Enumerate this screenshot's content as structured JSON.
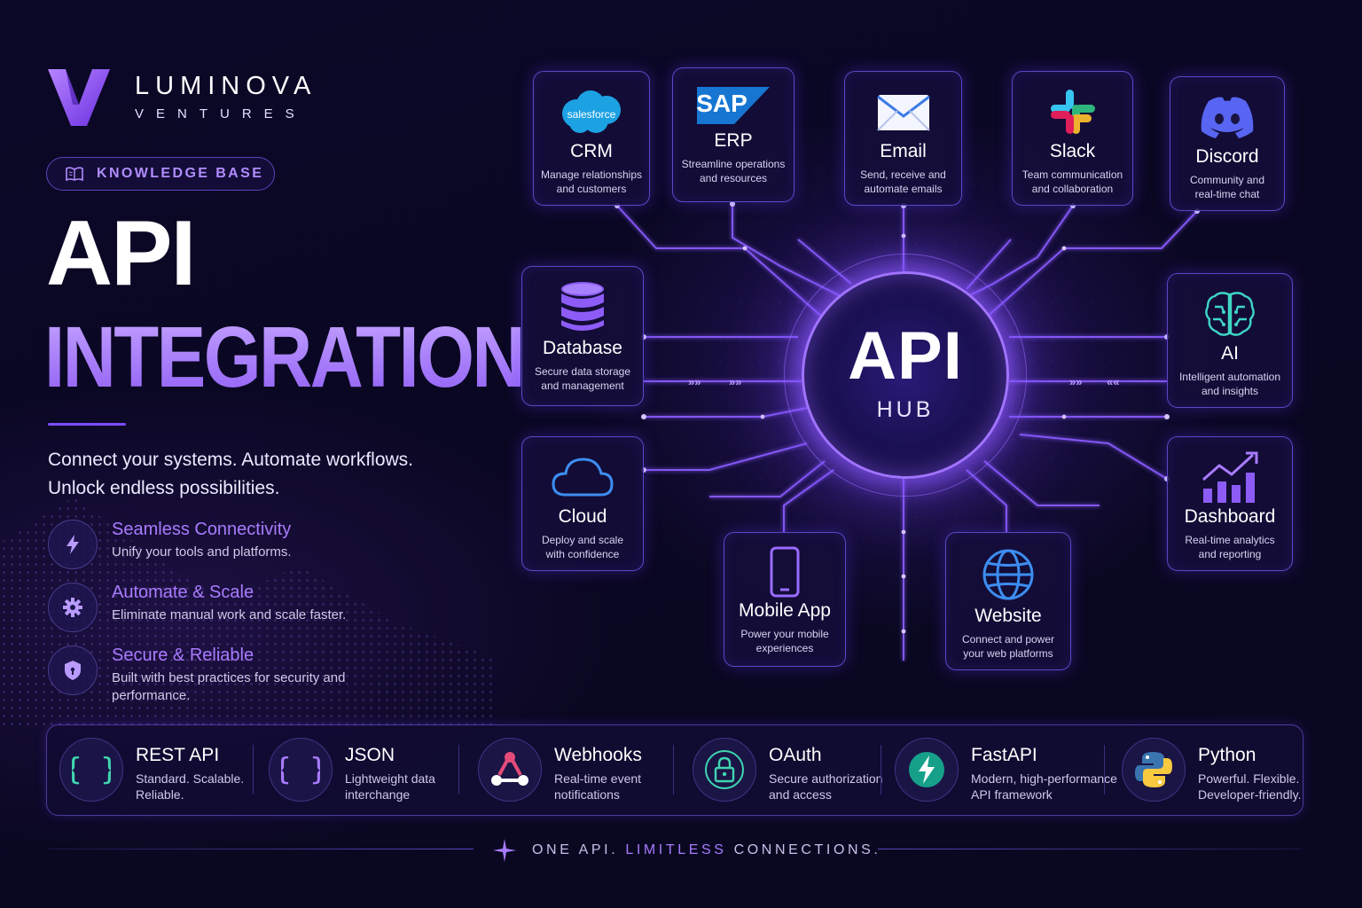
{
  "brand": {
    "name": "LUMINOVA",
    "sub": "VENTURES",
    "logo_icon": "v-chevron-logo"
  },
  "badge": {
    "label": "KNOWLEDGE BASE",
    "icon": "book-icon"
  },
  "title": {
    "line1": "API",
    "line2": "INTEGRATION"
  },
  "tagline": {
    "line1": "Connect your systems. Automate workflows.",
    "line2": "Unlock endless possibilities."
  },
  "features": [
    {
      "title": "Seamless Connectivity",
      "desc": "Unify your tools and platforms.",
      "icon": "lightning-icon"
    },
    {
      "title": "Automate & Scale",
      "desc": "Eliminate manual work and scale faster.",
      "icon": "gear-icon"
    },
    {
      "title": "Secure & Reliable",
      "desc": "Built with best practices for security and performance.",
      "icon": "shield-icon"
    }
  ],
  "hub": {
    "title": "API",
    "subtitle": "HUB"
  },
  "nodes": {
    "crm": {
      "logo": "salesforce",
      "title": "CRM",
      "desc1": "Manage relationships",
      "desc2": "and customers"
    },
    "erp": {
      "logo": "SAP",
      "title": "ERP",
      "desc1": "Streamline operations",
      "desc2": "and resources"
    },
    "email": {
      "title": "Email",
      "desc1": "Send, receive and",
      "desc2": "automate emails"
    },
    "slack": {
      "title": "Slack",
      "desc1": "Team communication",
      "desc2": "and collaboration"
    },
    "discord": {
      "title": "Discord",
      "desc1": "Community and",
      "desc2": "real-time chat"
    },
    "database": {
      "title": "Database",
      "desc1": "Secure data storage",
      "desc2": "and management"
    },
    "ai": {
      "title": "AI",
      "desc1": "Intelligent automation",
      "desc2": "and insights"
    },
    "cloud": {
      "title": "Cloud",
      "desc1": "Deploy and scale",
      "desc2": "with confidence"
    },
    "dashboard": {
      "title": "Dashboard",
      "desc1": "Real-time analytics",
      "desc2": "and reporting"
    },
    "mobile": {
      "title": "Mobile App",
      "desc1": "Power your mobile",
      "desc2": "experiences"
    },
    "website": {
      "title": "Website",
      "desc1": "Connect and power",
      "desc2": "your web platforms"
    }
  },
  "tech": [
    {
      "title": "REST API",
      "desc1": "Standard. Scalable.",
      "desc2": "Reliable.",
      "icon": "braces-icon"
    },
    {
      "title": "JSON",
      "desc1": "Lightweight data",
      "desc2": "interchange",
      "icon": "braces-icon"
    },
    {
      "title": "Webhooks",
      "desc1": "Real-time event",
      "desc2": "notifications",
      "icon": "webhook-icon"
    },
    {
      "title": "OAuth",
      "desc1": "Secure authorization",
      "desc2": "and access",
      "icon": "lock-icon"
    },
    {
      "title": "FastAPI",
      "desc1": "Modern, high-performance",
      "desc2": "API framework",
      "icon": "fastapi-icon"
    },
    {
      "title": "Python",
      "desc1": "Powerful. Flexible.",
      "desc2": "Developer-friendly.",
      "icon": "python-icon"
    }
  ],
  "footer": {
    "part1": "ONE API.",
    "part2": "LIMITLESS",
    "part3": "CONNECTIONS."
  },
  "colors": {
    "accent": "#8e5cf5",
    "accent_light": "#a97bff",
    "bg": "#0a0722",
    "card_border": "#5b47c7"
  }
}
